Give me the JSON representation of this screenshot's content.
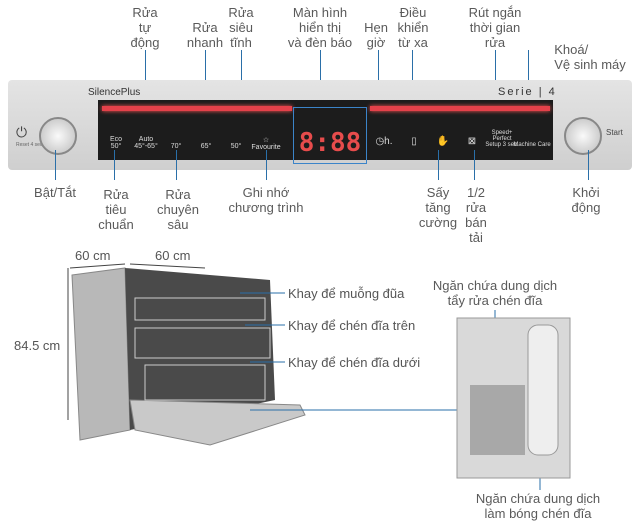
{
  "top_labels": [
    "Rửa\ntự\nđộng",
    "Rửa\nnhanh",
    "Rửa\nsiêu\ntĩnh",
    "Màn hình\nhiển thị\nvà đèn báo",
    "Hẹn\ngiờ",
    "Điều\nkhiển\ntừ xa",
    "Rút ngắn\nthời gian\nrửa",
    "Khoá/\nVệ sinh máy"
  ],
  "bottom_labels": [
    "Bật/Tắt",
    "Rửa\ntiêu\nchuẩn",
    "Rửa\nchuyên\nsâu",
    "Ghi nhớ\nchương trình",
    "Sấy\ntăng\ncường",
    "1/2\nrửa\nbán\ntải",
    "Khởi\nđộng"
  ],
  "panel": {
    "brand": "SilencePlus",
    "series": "Serie | 4",
    "start": "Start",
    "power_hint": "Reset 4 sec.",
    "display": "8:88",
    "programs": [
      "Eco\n50°",
      "Auto\n45°-65°",
      "\n70°",
      "\n65°",
      "\n50°",
      "☆\nFavourite",
      "◷h.",
      "▯",
      "✋",
      "⊠",
      "Speed+\nPerfect\nSetup 3 sec.",
      "\nMachine Care"
    ]
  },
  "dimensions": {
    "width": "60 cm",
    "depth": "60 cm",
    "height": "84.5 cm"
  },
  "rack_labels": [
    "Khay để muỗng đũa",
    "Khay để chén đĩa trên",
    "Khay để chén đĩa dưới"
  ],
  "detergent_labels": [
    "Ngăn chứa dung dịch\ntẩy rửa chén đĩa",
    "Ngăn chứa dung dịch\nlàm bóng chén đĩa"
  ],
  "colors": {
    "accent_line": "#2a6fa8",
    "led_red": "#e4414a"
  }
}
